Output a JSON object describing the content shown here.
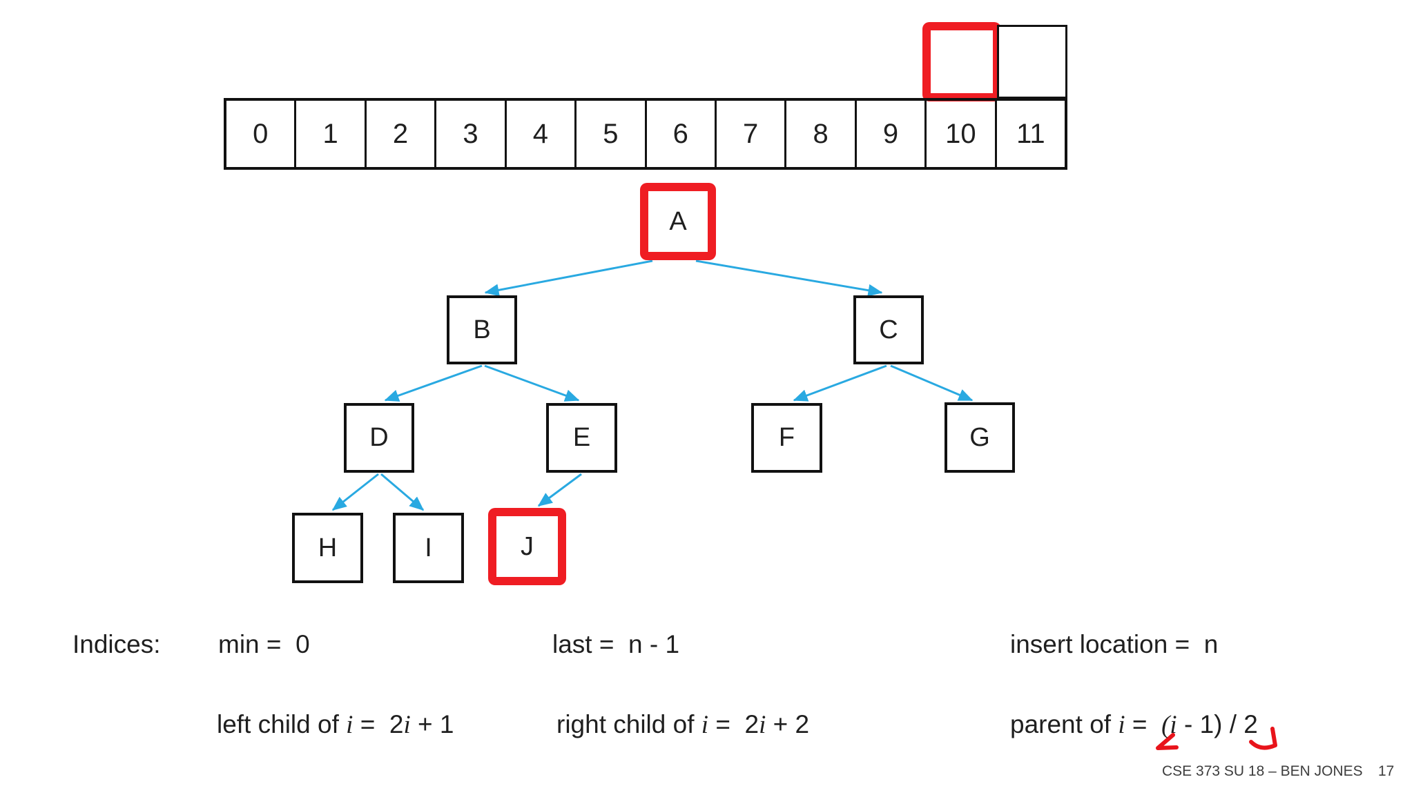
{
  "colors": {
    "edge_blue": "#29a9e1",
    "highlight_red": "#ef1d23",
    "text": "#1f1f1f"
  },
  "array": {
    "cells": [
      "0",
      "1",
      "2",
      "3",
      "4",
      "5",
      "6",
      "7",
      "8",
      "9",
      "10",
      "11"
    ],
    "highlighted_insert_cell": "10"
  },
  "tree": {
    "nodes": {
      "a": "A",
      "b": "B",
      "c": "C",
      "d": "D",
      "e": "E",
      "f": "F",
      "g": "G",
      "h": "H",
      "i": "I",
      "j": "J"
    },
    "highlighted": [
      "A",
      "J"
    ]
  },
  "indices": {
    "heading": "Indices:",
    "min_label": "min =  0",
    "last_label": "last =  n - 1",
    "insert_label": "insert location =  n",
    "left_child": {
      "pre": "left child of ",
      "var1": "i",
      "mid": " =  2",
      "var2": "i",
      "post": " + 1"
    },
    "right_child": {
      "pre": "right child of ",
      "var1": "i",
      "mid": " =  2",
      "var2": "i",
      "post": " + 2"
    },
    "parent": {
      "pre": "parent of ",
      "var1": "i",
      "mid": " =  ",
      "paren_i": "(i",
      "post": " - 1) / 2"
    }
  },
  "annotations": {
    "floor_brackets_note": "hand-drawn red floor brackets around (i - 1) / 2"
  },
  "footer": {
    "course": "CSE 373 SU 18 – BEN JONES",
    "page": "17"
  }
}
